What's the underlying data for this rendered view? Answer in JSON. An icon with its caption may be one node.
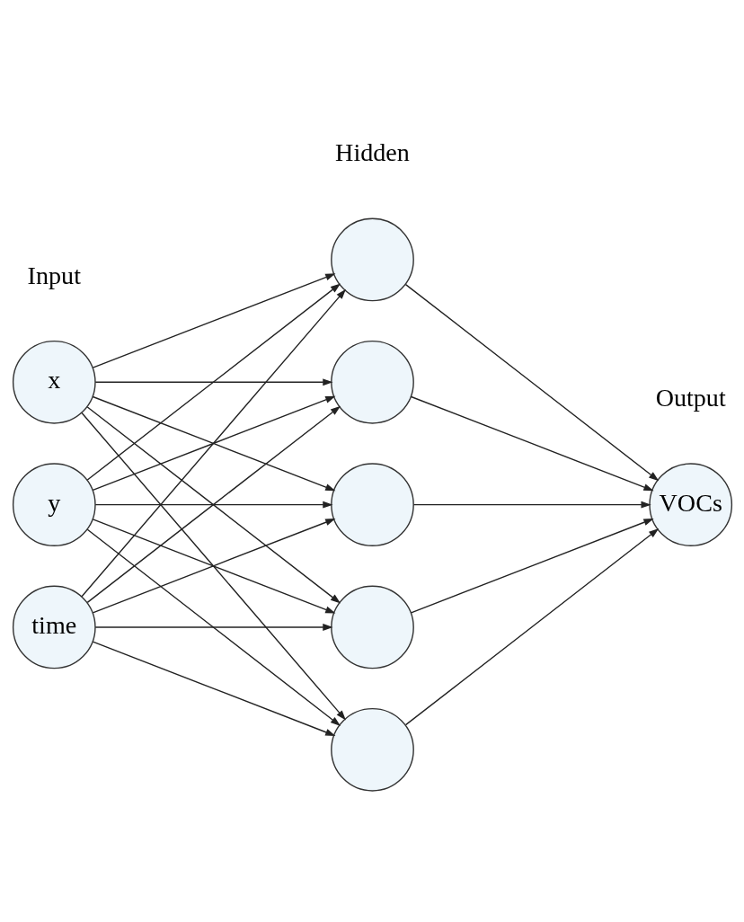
{
  "diagram": {
    "nodes": [
      {
        "text": [
          "x"
        ]
      },
      {
        "text": [
          "y"
        ]
      },
      {
        "text": [
          "time"
        ]
      },
      {
        "text": [],
        "shape": "circle"
      },
      {
        "text": [],
        "shape": "circle"
      },
      {
        "text": [],
        "shape": "circle"
      },
      {
        "text": [],
        "shape": "circle"
      },
      {
        "text": [],
        "shape": "circle"
      },
      {
        "text": [
          "VOCs"
        ]
      }
    ],
    "edges": [
      {
        "from": 0,
        "to": 3,
        "arrow": "to"
      },
      {
        "from": 0,
        "to": 4,
        "arrow": "to"
      },
      {
        "from": 0,
        "to": 5,
        "arrow": "to"
      },
      {
        "from": 0,
        "to": 6,
        "arrow": "to"
      },
      {
        "from": 0,
        "to": 7,
        "arrow": "to"
      },
      {
        "from": 1,
        "to": 3,
        "arrow": "to"
      },
      {
        "from": 1,
        "to": 4,
        "arrow": "to"
      },
      {
        "from": 1,
        "to": 5,
        "arrow": "to"
      },
      {
        "from": 1,
        "to": 6,
        "arrow": "to"
      },
      {
        "from": 1,
        "to": 7,
        "arrow": "to"
      },
      {
        "from": 2,
        "to": 3,
        "arrow": "to"
      },
      {
        "from": 2,
        "to": 4,
        "arrow": "to"
      },
      {
        "from": 2,
        "to": 5,
        "arrow": "to"
      },
      {
        "from": 2,
        "to": 6,
        "arrow": "to"
      },
      {
        "from": 2,
        "to": 7,
        "arrow": "to"
      },
      {
        "from": 3,
        "to": 8,
        "arrow": "to"
      },
      {
        "from": 4,
        "to": 8,
        "arrow": "to"
      },
      {
        "from": 5,
        "to": 8,
        "arrow": "to"
      },
      {
        "from": 6,
        "to": 8,
        "arrow": "to"
      },
      {
        "from": 7,
        "to": 8,
        "arrow": "to"
      }
    ],
    "labels": [
      "Hidden",
      "Input",
      "Output"
    ]
  }
}
